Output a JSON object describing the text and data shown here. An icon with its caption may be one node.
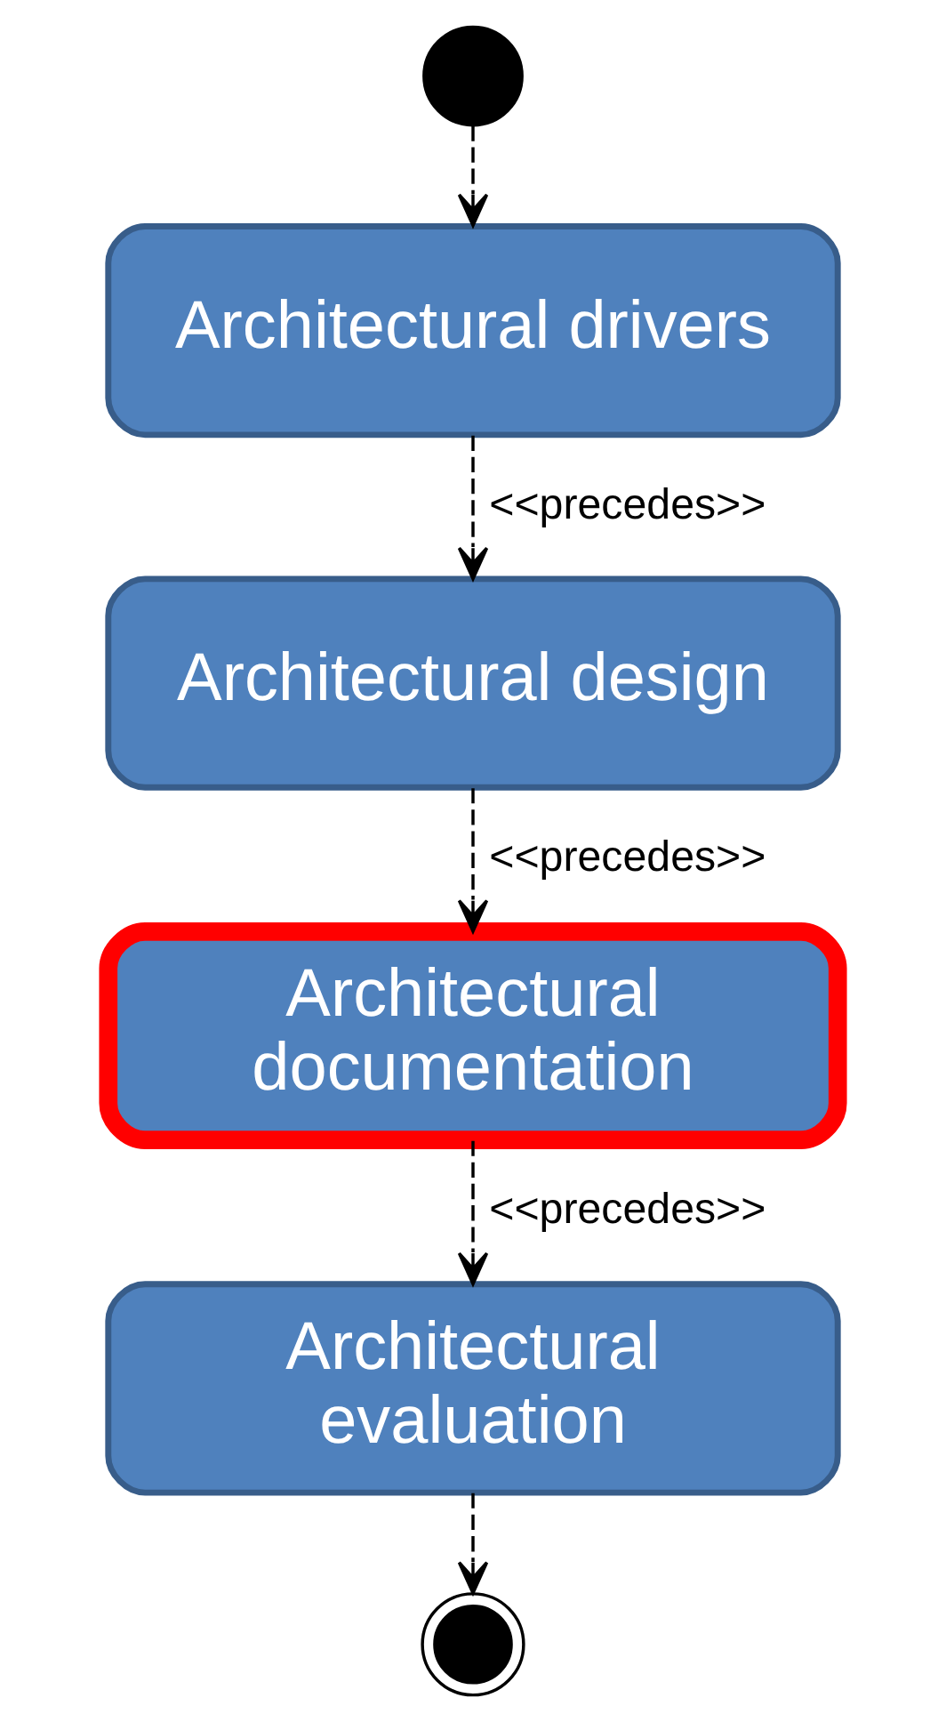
{
  "diagram": {
    "nodes": [
      {
        "text": [],
        "shape": "circle"
      },
      {
        "text": [
          "Architectural drivers"
        ]
      },
      {
        "text": [
          "Architectural design"
        ]
      },
      {
        "text": [
          "Architectural documentation"
        ]
      },
      {
        "text": [
          "Architectural evaluation"
        ]
      },
      {
        "text": [],
        "shape": "bullseye"
      }
    ],
    "edges": [
      {
        "from": 0,
        "to": 1,
        "arrow": "to",
        "style": "dashed"
      },
      {
        "from": 1,
        "to": 2,
        "arrow": "to",
        "style": "dashed",
        "label": "<<precedes>>"
      },
      {
        "from": 2,
        "to": 3,
        "arrow": "to",
        "style": "dashed",
        "label": "<<precedes>>"
      },
      {
        "from": 3,
        "to": 4,
        "arrow": "to",
        "style": "dashed",
        "label": "<<precedes>>"
      },
      {
        "from": 4,
        "to": 5,
        "arrow": "to",
        "style": "dashed"
      }
    ]
  }
}
